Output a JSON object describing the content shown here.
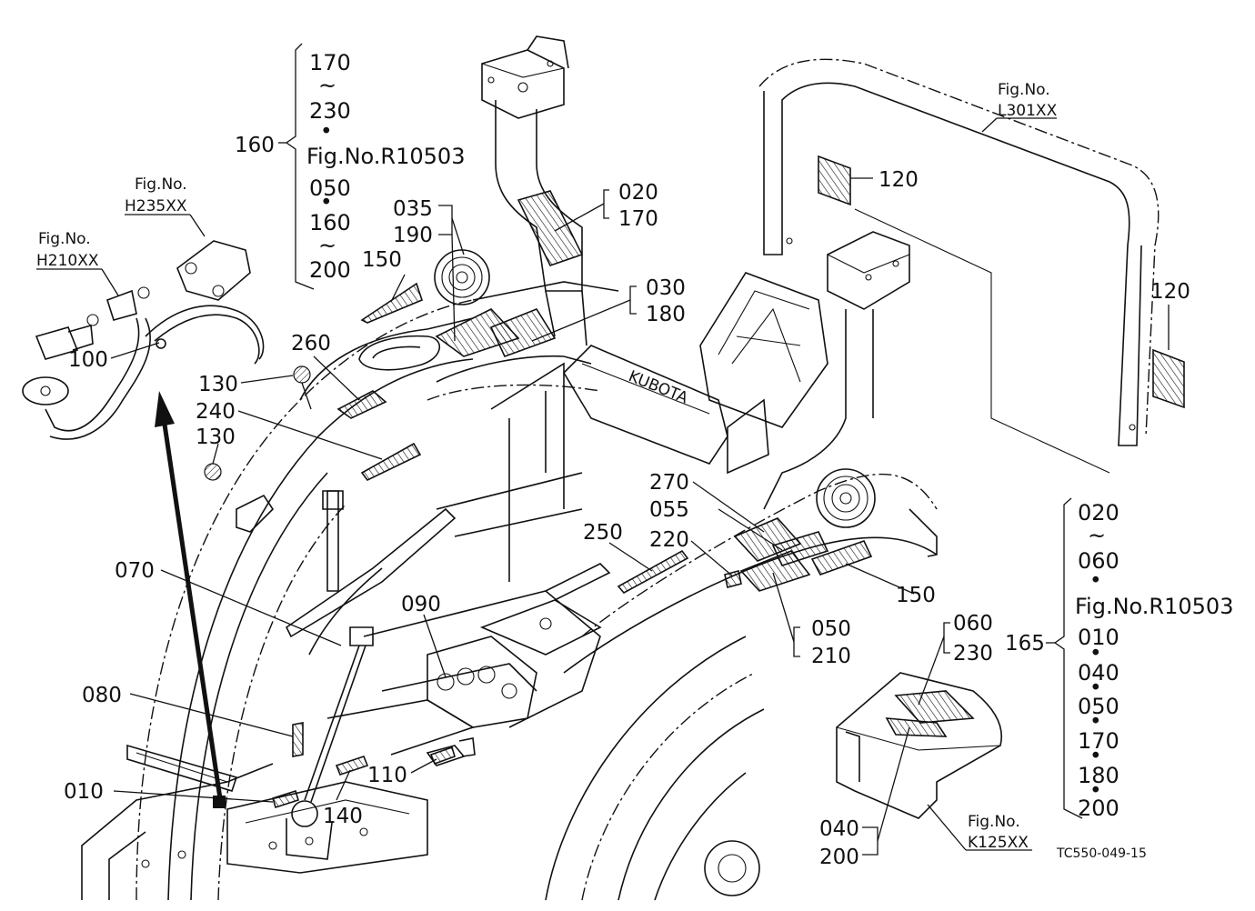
{
  "callouts": {
    "c170": "170",
    "c230a": "230",
    "c160_label": "160",
    "c160_fig": "Fig.No.R10503",
    "c050a": "050",
    "c160b": "160",
    "c200a": "200",
    "c035": "035",
    "c190": "190",
    "c150a": "150",
    "c020a": "020",
    "c170b": "170",
    "c030": "030",
    "c180a": "180",
    "c120a": "120",
    "c120b": "120",
    "c260": "260",
    "c100": "100",
    "c130a": "130",
    "c240": "240",
    "c130b": "130",
    "c270": "270",
    "c055": "055",
    "c220": "220",
    "c250": "250",
    "c150b": "150",
    "c070": "070",
    "c090": "090",
    "c050b": "050",
    "c210": "210",
    "c060a": "060",
    "c230b": "230",
    "c080": "080",
    "c110": "110",
    "c010a": "010",
    "c140": "140",
    "c040a": "040",
    "c200b": "200"
  },
  "bracket_165": {
    "label": "165",
    "items": [
      "020",
      "~",
      "060",
      "•",
      "Fig.No.R10503",
      "010",
      "•",
      "040",
      "•",
      "050",
      "•",
      "170",
      "•",
      "180",
      "•",
      "200"
    ]
  },
  "bracket_160": {
    "tilde1": "~",
    "dot1": "•",
    "dot2": "•",
    "tilde2": "~"
  },
  "figure_refs": {
    "h235_fig": "Fig.No.",
    "h235_code": "H235XX",
    "h210_fig": "Fig.No.",
    "h210_code": "H210XX",
    "l301_fig": "Fig.No.",
    "l301_code": "L301XX",
    "k125_fig": "Fig.No.",
    "k125_code": "K125XX"
  },
  "drawing_code": "TC550-049-15",
  "decal_text": "KUBOTA"
}
